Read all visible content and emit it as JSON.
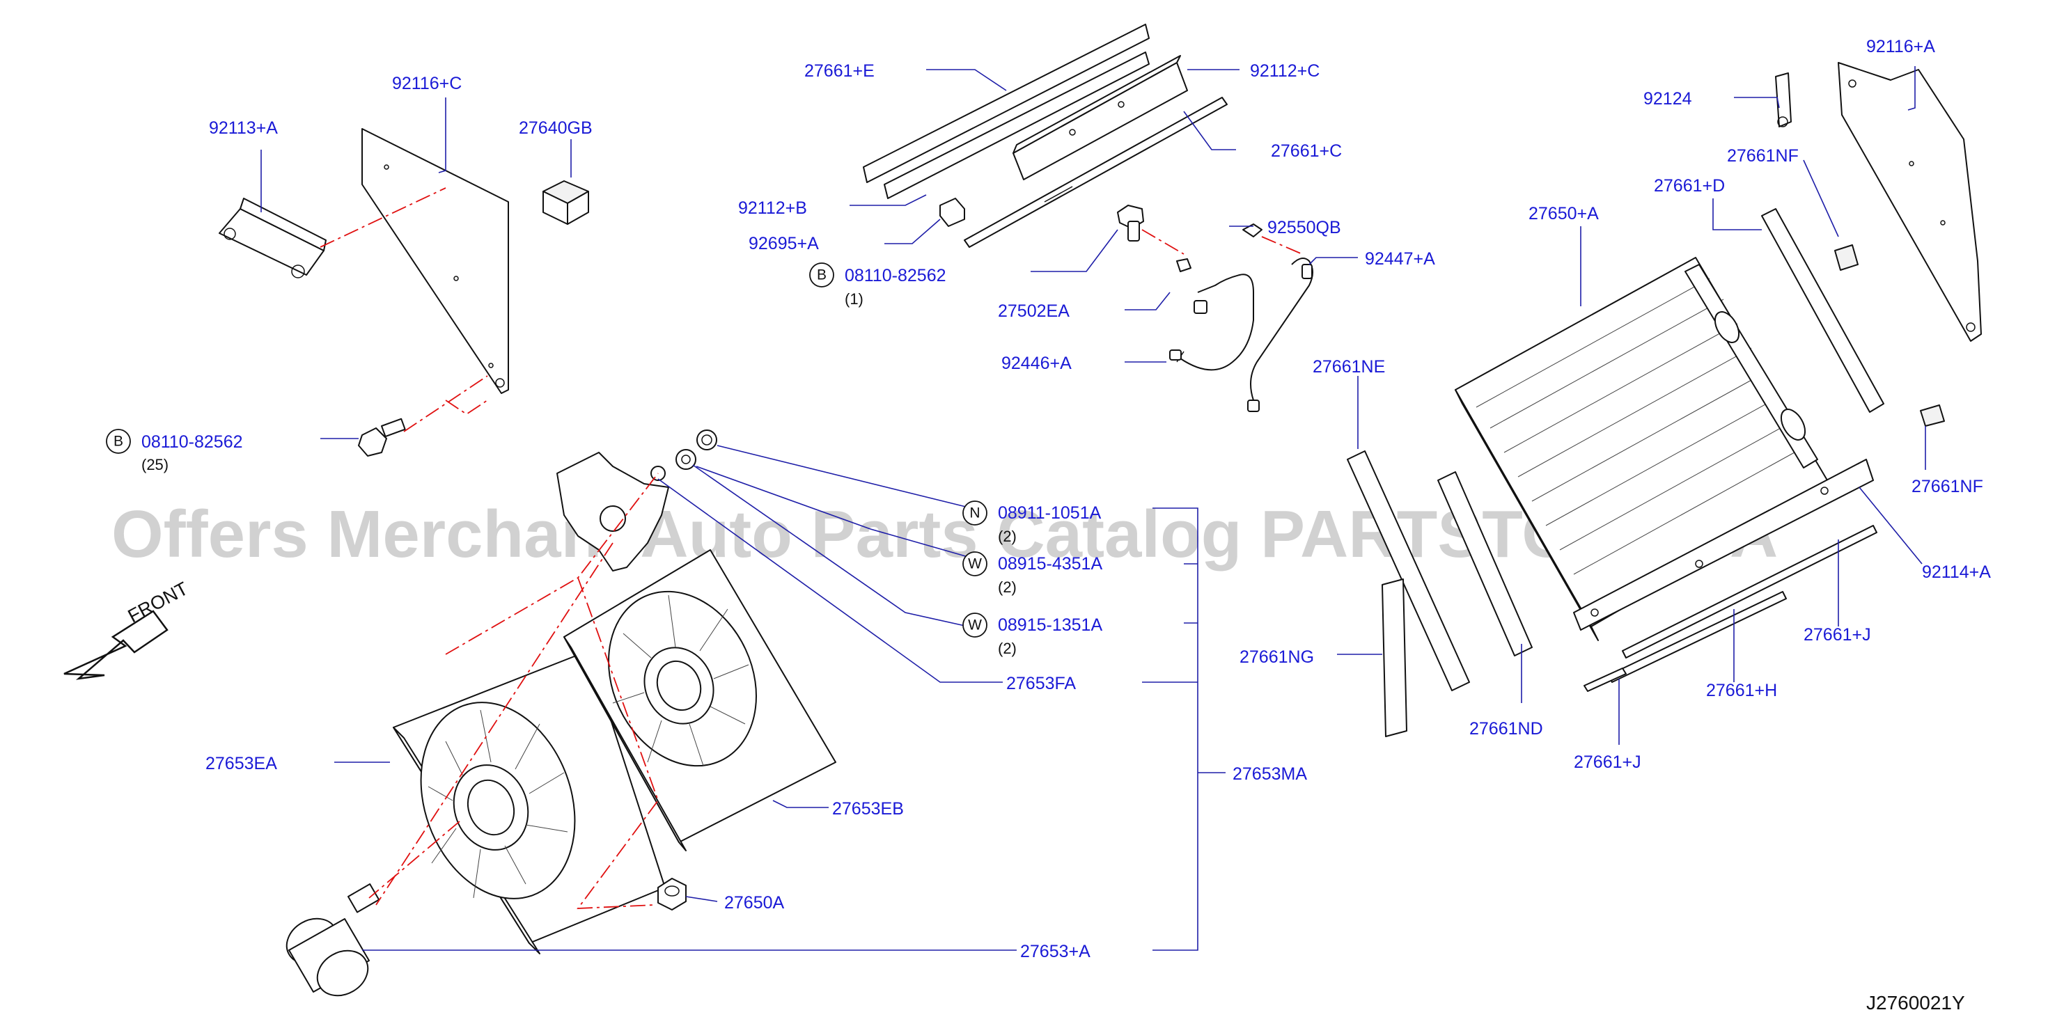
{
  "diagram_code": "J2760021Y",
  "front_label": "FRONT",
  "watermark": "Offers Merchant Auto Parts Catalog PARTSTORE.SA",
  "callouts": {
    "p92113A": "92113+A",
    "p92116C": "92116+C",
    "p27640GB": "27640GB",
    "p08110_left": "08110-82562",
    "p08110_left_qty": "(25)",
    "p08110_left_sym": "B",
    "p27661E": "27661+E",
    "p92112C": "92112+C",
    "p27661C": "27661+C",
    "p92112B": "92112+B",
    "p92695A": "92695+A",
    "p08110_top": "08110-82562",
    "p08110_top_qty": "(1)",
    "p08110_top_sym": "B",
    "p92550QB": "92550QB",
    "p92447A": "92447+A",
    "p27502EA": "27502EA",
    "p92446A": "92446+A",
    "p08911": "08911-1051A",
    "p08911_qty": "(2)",
    "p08911_sym": "N",
    "p08915_4351": "08915-4351A",
    "p08915_4351_qty": "(2)",
    "p08915_4351_sym": "W",
    "p08915_1351": "08915-1351A",
    "p08915_1351_qty": "(2)",
    "p08915_1351_sym": "W",
    "p27653FA": "27653FA",
    "p27653EA": "27653EA",
    "p27653EB": "27653EB",
    "p27653MA": "27653MA",
    "p27650A": "27650A",
    "p27653A": "27653+A",
    "p92116A": "92116+A",
    "p92124": "92124",
    "p27661NF_top": "27661NF",
    "p27661D": "27661+D",
    "p27650A_cond": "27650+A",
    "p27661NE": "27661NE",
    "p27661NF_bot": "27661NF",
    "p92114A": "92114+A",
    "p27661J_right": "27661+J",
    "p27661NG": "27661NG",
    "p27661H": "27661+H",
    "p27661ND": "27661ND",
    "p27661J_bot": "27661+J"
  },
  "colors": {
    "callout_text": "#1a1ad6",
    "leader_line": "#1e1ea8",
    "centerline": "#e01010",
    "part_outline": "#111111"
  }
}
